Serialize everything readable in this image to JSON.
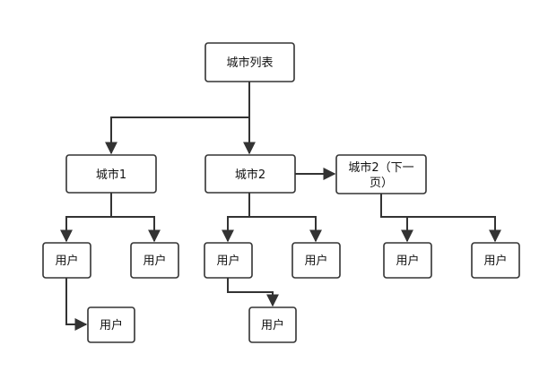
{
  "nodes": {
    "root": {
      "label": "城市列表"
    },
    "city1": {
      "label": "城市1"
    },
    "city2": {
      "label": "城市2"
    },
    "city2_next": {
      "label_line1": "城市2（下一",
      "label_line2": "页）"
    },
    "user_a": {
      "label": "用户"
    },
    "user_b": {
      "label": "用户"
    },
    "user_c": {
      "label": "用户"
    },
    "user_d": {
      "label": "用户"
    },
    "user_e": {
      "label": "用户"
    },
    "user_f": {
      "label": "用户"
    },
    "user_g": {
      "label": "用户"
    },
    "user_h": {
      "label": "用户"
    }
  },
  "colors": {
    "stroke": "#333333",
    "fill": "#ffffff",
    "text": "#111111"
  }
}
